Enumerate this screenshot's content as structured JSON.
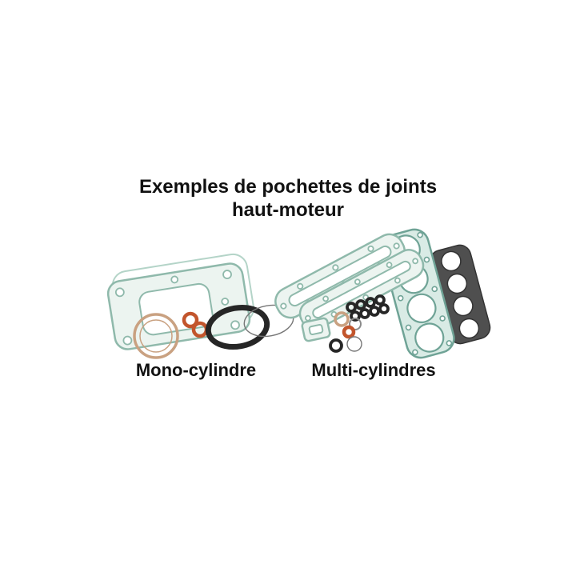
{
  "title": {
    "line1": "Exemples de pochettes de joints",
    "line2": "haut-moteur"
  },
  "figures": {
    "mono": {
      "label": "Mono-cylindre"
    },
    "multi": {
      "label": "Multi-cylindres"
    }
  },
  "colors": {
    "gasket_teal": "#8fb9ab",
    "gasket_teal_light": "#b4d4c8",
    "gasket_teal_mid": "#d9ebe5",
    "gasket_teal_dark": "#6fa396",
    "gasket_teal_fill": "#ecf4f0",
    "oring_orange": "#c2552c",
    "rubber_black": "#262626",
    "paper_tan": "#c9a181",
    "metal_dark": "#4f4f4f"
  }
}
